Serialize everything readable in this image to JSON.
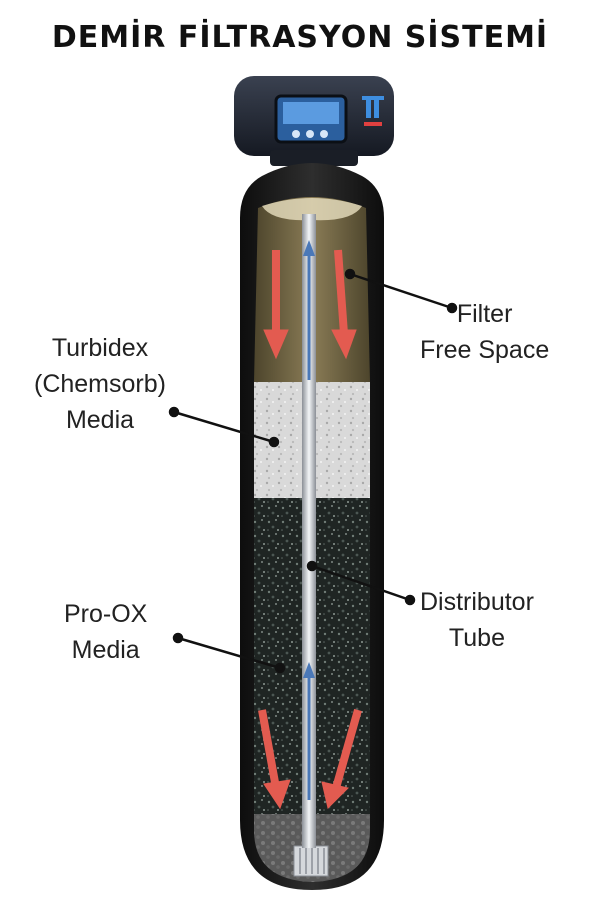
{
  "title": "DEMİR FİLTRASYON SİSTEMİ",
  "labels": {
    "free_space": [
      "Filter",
      "Free Space"
    ],
    "turbidex": [
      "Turbidex",
      "(Chemsorb)",
      "Media"
    ],
    "distributor": [
      "Distributor",
      "Tube"
    ],
    "prox": [
      "Pro-OX",
      "Media"
    ]
  },
  "colors": {
    "arrow": "#e35b50",
    "tube_arrow": "#4a78b8",
    "tank_shell": "#1c1c1c",
    "free_space": "#6b5f3f",
    "turbidex_media": "#d8d8d8",
    "prox_media": "#242a28",
    "control_head": "#1e2430",
    "screen": "#3d7ec9"
  },
  "icons": [
    "filter-tank-illustration",
    "control-valve-head",
    "lcd-screen",
    "logo-icon",
    "flow-arrow"
  ]
}
